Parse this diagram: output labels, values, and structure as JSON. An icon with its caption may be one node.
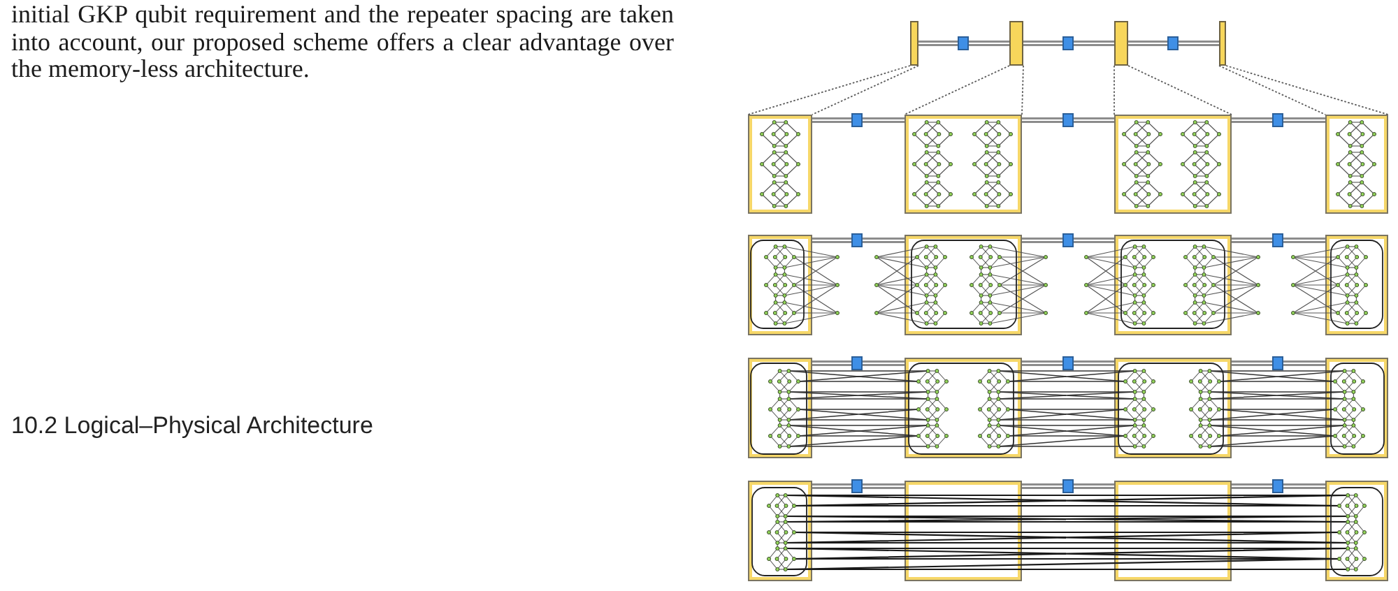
{
  "diagram": {
    "nodes": [
      {
        "text": [],
        "shape": "bar"
      },
      {
        "text": [],
        "shape": "box"
      },
      {
        "text": [],
        "shape": "bar"
      },
      {
        "text": [],
        "shape": "box"
      },
      {
        "text": [],
        "shape": "bar"
      },
      {
        "text": [],
        "shape": "box"
      },
      {
        "text": [],
        "shape": "bar"
      },
      {
        "text": [],
        "shape": "box"
      },
      {
        "text": [],
        "shape": "box"
      },
      {
        "text": [],
        "shape": "box"
      },
      {
        "text": [],
        "shape": "box"
      },
      {
        "text": [],
        "shape": "box"
      },
      {
        "text": [],
        "shape": "box"
      },
      {
        "text": [],
        "shape": "box"
      },
      {
        "text": [],
        "shape": "box"
      },
      {
        "text": [],
        "shape": "box"
      },
      {
        "text": [],
        "shape": "box"
      },
      {
        "text": [],
        "shape": "box"
      },
      {
        "text": [],
        "shape": "box"
      },
      {
        "text": [],
        "shape": "box"
      },
      {
        "text": [],
        "shape": "box"
      },
      {
        "text": [],
        "shape": "box"
      },
      {
        "text": [],
        "shape": "box"
      },
      {
        "text": [],
        "shape": "box"
      },
      {
        "text": [],
        "shape": "box"
      },
      {
        "text": [],
        "shape": "box"
      },
      {
        "text": [],
        "shape": "box"
      },
      {
        "text": [],
        "shape": "box"
      },
      {
        "text": [],
        "shape": "box"
      },
      {
        "text": [],
        "shape": "box"
      },
      {
        "text": [],
        "shape": "box"
      },
      {
        "text": [],
        "shape": "box"
      },
      {
        "text": [],
        "shape": "box"
      },
      {
        "text": [],
        "shape": "box"
      },
      {
        "text": [],
        "shape": "box"
      }
    ],
    "edges": [
      {
        "from": 0,
        "to": 1,
        "arrow": "none"
      },
      {
        "from": 1,
        "to": 2,
        "arrow": "none"
      },
      {
        "from": 2,
        "to": 3,
        "arrow": "none"
      },
      {
        "from": 3,
        "to": 4,
        "arrow": "none"
      },
      {
        "from": 4,
        "to": 5,
        "arrow": "none"
      },
      {
        "from": 5,
        "to": 6,
        "arrow": "none"
      },
      {
        "from": 0,
        "to": 7,
        "arrow": "none",
        "style": "dashed",
        "color": "#5a5a5a"
      },
      {
        "from": 0,
        "to": 7,
        "arrow": "none",
        "style": "dashed",
        "color": "#5a5a5a"
      },
      {
        "from": 2,
        "to": 9,
        "arrow": "none",
        "style": "dashed",
        "color": "#5a5a5a"
      },
      {
        "from": 2,
        "to": 9,
        "arrow": "none",
        "style": "dashed",
        "color": "#5a5a5a"
      },
      {
        "from": 4,
        "to": 11,
        "arrow": "none",
        "style": "dashed",
        "color": "#5a5a5a"
      },
      {
        "from": 4,
        "to": 11,
        "arrow": "none",
        "style": "dashed",
        "color": "#5a5a5a"
      },
      {
        "from": 6,
        "to": 13,
        "arrow": "none",
        "style": "dashed",
        "color": "#5a5a5a"
      },
      {
        "from": 6,
        "to": 13,
        "arrow": "none",
        "style": "dashed",
        "color": "#5a5a5a"
      },
      {
        "from": 7,
        "to": 8,
        "arrow": "none"
      },
      {
        "from": 8,
        "to": 9,
        "arrow": "none"
      },
      {
        "from": 9,
        "to": 10,
        "arrow": "none"
      },
      {
        "from": 10,
        "to": 11,
        "arrow": "none"
      },
      {
        "from": 11,
        "to": 12,
        "arrow": "none"
      },
      {
        "from": 12,
        "to": 13,
        "arrow": "none"
      },
      {
        "from": 14,
        "to": 15,
        "arrow": "none"
      },
      {
        "from": 15,
        "to": 16,
        "arrow": "none"
      },
      {
        "from": 16,
        "to": 17,
        "arrow": "none"
      },
      {
        "from": 17,
        "to": 18,
        "arrow": "none"
      },
      {
        "from": 18,
        "to": 19,
        "arrow": "none"
      },
      {
        "from": 19,
        "to": 20,
        "arrow": "none"
      },
      {
        "from": 21,
        "to": 22,
        "arrow": "none"
      },
      {
        "from": 22,
        "to": 23,
        "arrow": "none"
      },
      {
        "from": 23,
        "to": 24,
        "arrow": "none"
      },
      {
        "from": 24,
        "to": 25,
        "arrow": "none"
      },
      {
        "from": 25,
        "to": 26,
        "arrow": "none"
      },
      {
        "from": 26,
        "to": 27,
        "arrow": "none"
      },
      {
        "from": 28,
        "to": 29,
        "arrow": "none"
      },
      {
        "from": 29,
        "to": 30,
        "arrow": "none"
      },
      {
        "from": 30,
        "to": 31,
        "arrow": "none"
      },
      {
        "from": 31,
        "to": 32,
        "arrow": "none"
      },
      {
        "from": 32,
        "to": 33,
        "arrow": "none"
      },
      {
        "from": 33,
        "to": 34,
        "arrow": "none"
      }
    ],
    "labels": [
      "initial GKP qubit requirement and the repeater spacing are taken into account, our proposed scheme offers a clear advantage over the memory-less architecture.",
      "10.2 Logical–Physical Architecture"
    ]
  }
}
